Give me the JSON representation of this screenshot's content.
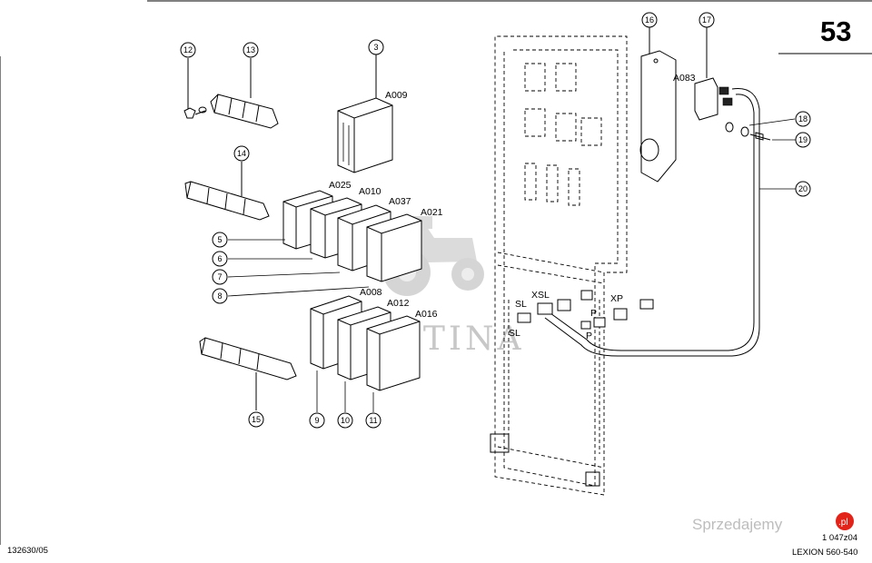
{
  "page_number": "53",
  "part_callouts": [
    "12",
    "13",
    "3",
    "14",
    "5",
    "6",
    "7",
    "8",
    "9",
    "10",
    "11",
    "15",
    "16",
    "17",
    "18",
    "19",
    "20"
  ],
  "component_labels": {
    "A009": "A009",
    "A025": "A025",
    "A010": "A010",
    "A037": "A037",
    "A021": "A021",
    "A008": "A008",
    "A012": "A012",
    "A016": "A016",
    "A083": "A083"
  },
  "connector_labels": {
    "SL_top": "SL",
    "XSL": "XSL",
    "XP": "XP",
    "SL_bottom": "SL",
    "P_top": "P",
    "P_bottom": "P"
  },
  "footer": {
    "drawing_code": "132630/05",
    "figure_code": "1 047z04",
    "model": "LEXION 560-540"
  },
  "watermark": {
    "text": "KARETINA"
  },
  "site_badge": {
    "text": "Sprzedajemy",
    "tld": ".pl",
    "accent_color": "#e2231a"
  }
}
